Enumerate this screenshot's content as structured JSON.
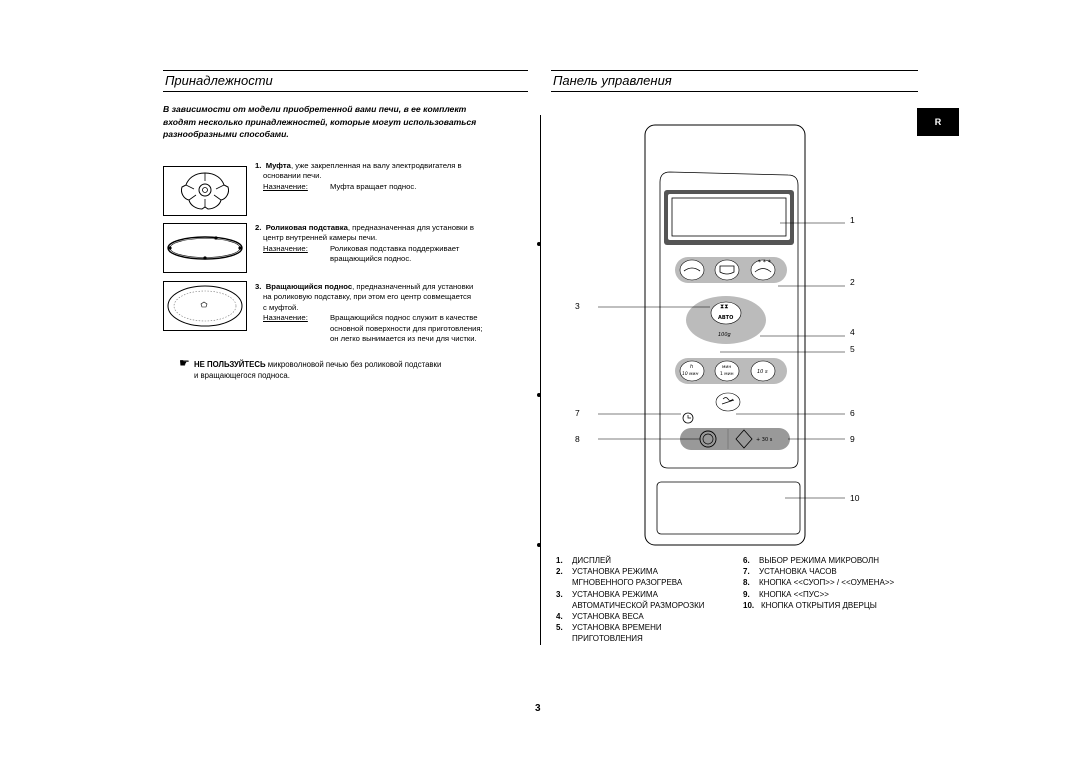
{
  "left_section": {
    "title": "Принадлежности",
    "intro_lines": [
      "В зависимости от модели приобретенной вами печи, в ее комплект",
      "входят несколько принадлежностей, которые могут использоваться",
      "разнообразными способами."
    ],
    "items": [
      {
        "number": "1.",
        "name": "Муфта",
        "desc_rest": ", уже закрепленная на валу электродвигателя в",
        "desc_line2": "основании печи.",
        "purpose_label": "Назначение:",
        "purpose_lines": [
          "Муфта вращает поднос."
        ]
      },
      {
        "number": "2.",
        "name": "Роликовая подставка",
        "desc_rest": ", предназначенная для установки в",
        "desc_line2": "центр внутренней камеры печи.",
        "purpose_label": "Назначение:",
        "purpose_lines": [
          "Роликовая подставка поддерживает",
          "вращающийся поднос."
        ]
      },
      {
        "number": "3.",
        "name": "Вращающийся поднос",
        "desc_rest": ", предназначенный для установки",
        "desc_line2": "на роликовую подставку, при этом его центр совмещается",
        "desc_line3": "с муфтой.",
        "purpose_label": "Назначение:",
        "purpose_lines": [
          "Вращающийся поднос служит в качестве",
          "основной поверхности для приготовления;",
          "он легко вынимается из печи для чистки."
        ]
      }
    ],
    "note": {
      "bold": "НЕ ПОЛЬЗУЙТЕСЬ",
      "rest": " микроволновой печью без роликовой подставки",
      "line2": "и вращающегося подноса."
    }
  },
  "right_section": {
    "title": "Панель управления",
    "language_badge": "R",
    "panel": {
      "auto_label": "АВТО",
      "weight_label": "100g",
      "hour_label": "h",
      "ten_min_label": "10 мин",
      "min_label": "мин",
      "one_min_label": "1 мин",
      "ten_s_label": "10 s",
      "plus30_label": "+ 30 s"
    },
    "callouts": [
      "1",
      "2",
      "3",
      "4",
      "5",
      "6",
      "7",
      "8",
      "9",
      "10"
    ],
    "legend_left": [
      {
        "n": "1.",
        "lines": [
          "ДИСПЛЕЙ"
        ]
      },
      {
        "n": "2.",
        "lines": [
          "УСТАНОВКА РЕЖИМА",
          "МГНОВЕННОГО РАЗОГРЕВА"
        ]
      },
      {
        "n": "3.",
        "lines": [
          "УСТАНОВКА РЕЖИМА",
          "АВТОМАТИЧЕСКОЙ РАЗМОРОЗКИ"
        ]
      },
      {
        "n": "4.",
        "lines": [
          "УСТАНОВКА ВЕСА"
        ]
      },
      {
        "n": "5.",
        "lines": [
          "УСТАНОВКА ВРЕМЕНИ",
          "ПРИГОТОВЛЕНИЯ"
        ]
      }
    ],
    "legend_right": [
      {
        "n": "6.",
        "lines": [
          "ВЫБОР РЕЖИМА МИКРОВОЛН"
        ]
      },
      {
        "n": "7.",
        "lines": [
          "УСТАНОВКА ЧАСОВ"
        ]
      },
      {
        "n": "8.",
        "lines": [
          "КНОПКА <<СУОП>> / <<ОУМЕНА>>"
        ]
      },
      {
        "n": "9.",
        "lines": [
          "КНОПКА <<ПУС>>"
        ]
      },
      {
        "n": "10.",
        "lines": [
          "КНОПКА ОТКРЫТИЯ ДВЕРЦЫ"
        ]
      }
    ]
  },
  "page_number": "3"
}
